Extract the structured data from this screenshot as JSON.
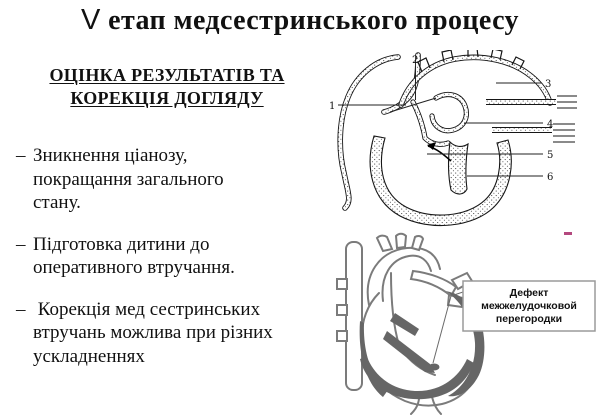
{
  "title": {
    "numeral": "V",
    "text": " етап медсестринського процесу"
  },
  "left_panel": {
    "heading": {
      "line1": "ОЦІНКА РЕЗУЛЬТАТІВ ТА",
      "line2": "КОРЕКЦІЯ ДОГЛЯДУ"
    },
    "bullets": [
      {
        "marker": "–",
        "lines": [
          "Зникнення ціанозу,",
          "покращання загального",
          "стану."
        ]
      },
      {
        "marker": "–",
        "lines": [
          "Підготовка дитини до",
          "оперативного втручання."
        ]
      },
      {
        "marker": "–",
        "lines": [
          " Корекція мед сестринських",
          "втручань можлива при різних",
          "ускладненнях"
        ]
      }
    ]
  },
  "diagram_top": {
    "labels": [
      "1",
      "2",
      "3",
      "4",
      "5",
      "6"
    ]
  },
  "diagram_bottom": {
    "callout": {
      "lines": [
        "Дефект",
        "межжелудочковой",
        "перегородки"
      ]
    }
  },
  "colors": {
    "text": "#111111",
    "lineart_black": "#161616",
    "lineart_gray": "#7b7b7b",
    "dark_wall_fill": "#666666",
    "callout_border": "#9a9a9a",
    "artifact_mark": "#b4487e"
  }
}
